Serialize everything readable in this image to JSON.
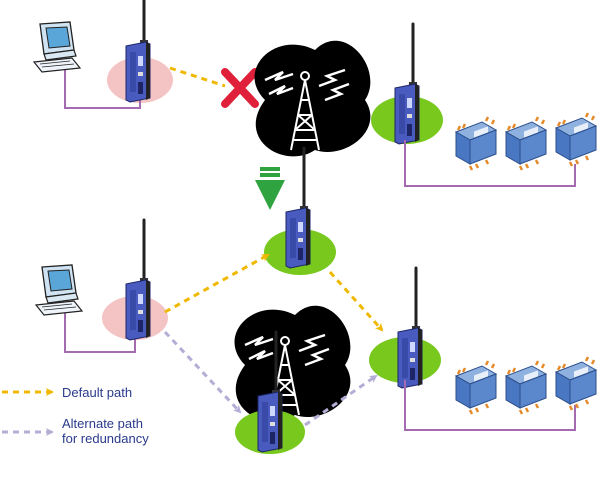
{
  "legend": {
    "default_path": "Default path",
    "alternate_path_line1": "Alternate path",
    "alternate_path_line2": "for redundancy"
  },
  "colors": {
    "default_path": "#f0b800",
    "alternate_path": "#b4aed6",
    "wire": "#a46bb0",
    "pink_base": "#f4c3c3",
    "green_base": "#78c81e",
    "device_blue": "#4a5bc0",
    "module_blue": "#5b87cc",
    "blocked_x": "#e0203a",
    "down_arrow": "#2fa33f"
  },
  "icons": [
    "computer-icon",
    "radio-modem-icon",
    "antenna-tower-icon",
    "io-module-icon",
    "blocked-x-icon",
    "down-arrow-icon"
  ]
}
